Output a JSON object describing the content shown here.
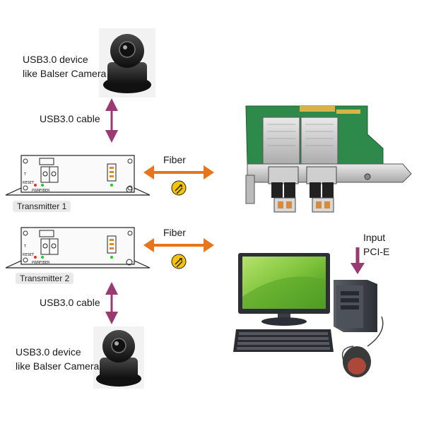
{
  "top_device": {
    "line1": "USB3.0  device",
    "line2": "like Balser Camera"
  },
  "bottom_device": {
    "line1": "USB3.0  device",
    "line2": "like Balser Camera"
  },
  "cable_top": "USB3.0 cable",
  "cable_bottom": "USB3.0 cable",
  "fiber_top": "Fiber",
  "fiber_bottom": "Fiber",
  "transmitter1": {
    "label": "Transmitter 1",
    "t_mark": "T",
    "reset": "RESET",
    "pwr": "PWR",
    "fiber": "FIBER"
  },
  "transmitter2": {
    "label": "Transmitter 2",
    "t_mark": "T",
    "reset": "RESET",
    "pwr": "PWR",
    "fiber": "FIBER"
  },
  "input": {
    "line1": "Input",
    "line2": "PCI-E"
  },
  "colors": {
    "arrow_purple": "#9b3a72",
    "arrow_orange": "#e8751a",
    "monitor_green": "#7cc23a",
    "pcb_green": "#2e8a4a"
  }
}
